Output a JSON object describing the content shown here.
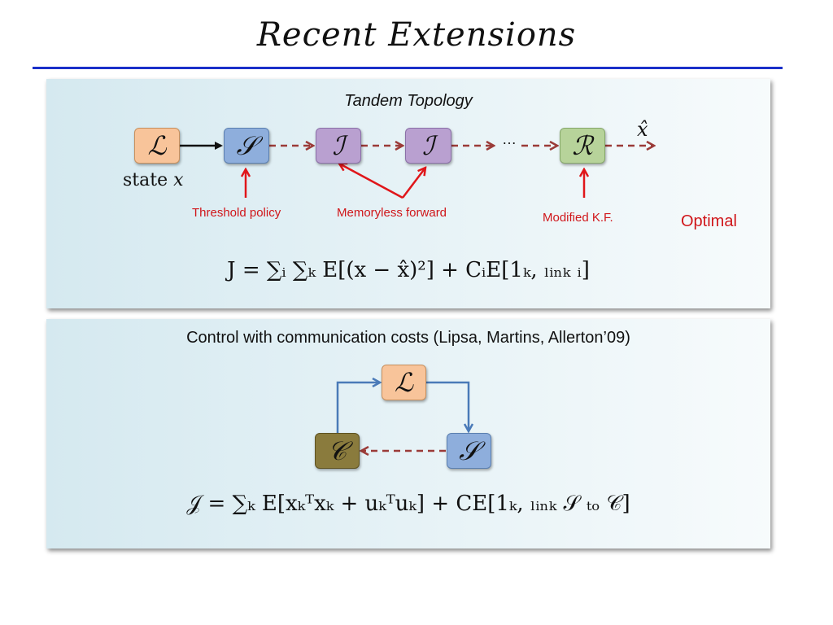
{
  "slide": {
    "title": "Recent Extensions"
  },
  "panel_top": {
    "heading": "Tandem Topology",
    "nodes": {
      "L": "ℒ",
      "S": "𝒮",
      "I1": "ℐ",
      "I2": "ℐ",
      "R": "ℛ"
    },
    "ellipsis": "…",
    "state_label": "state",
    "state_var": "x",
    "xhat": "x̂",
    "labels": {
      "threshold": "Threshold policy",
      "memoryless": "Memoryless forward",
      "modified_kf": "Modified K.F.",
      "optimal": "Optimal"
    },
    "formula": "J = ∑ᵢ ∑ₖ E[(x − x̂)²] + CᵢE[1ₖ, ₗᵢₙₖ ᵢ]"
  },
  "panel_bottom": {
    "heading": "Control with communication costs (Lipsa, Martins, Allerton’09)",
    "nodes": {
      "L": "ℒ",
      "S": "𝒮",
      "C": "𝒞"
    },
    "formula": "𝒥 = ∑ₖ E[xₖᵀxₖ + uₖᵀuₖ] + CE[1ₖ, ₗᵢₙₖ 𝒮 ₜₒ 𝒞]"
  },
  "colors": {
    "rule": "#1a2fc9",
    "dashed_arrow": "#9b3b38",
    "red_arrow": "#e0161a",
    "blue_arrow": "#4a7ab8",
    "label_red": "#d0161a"
  }
}
